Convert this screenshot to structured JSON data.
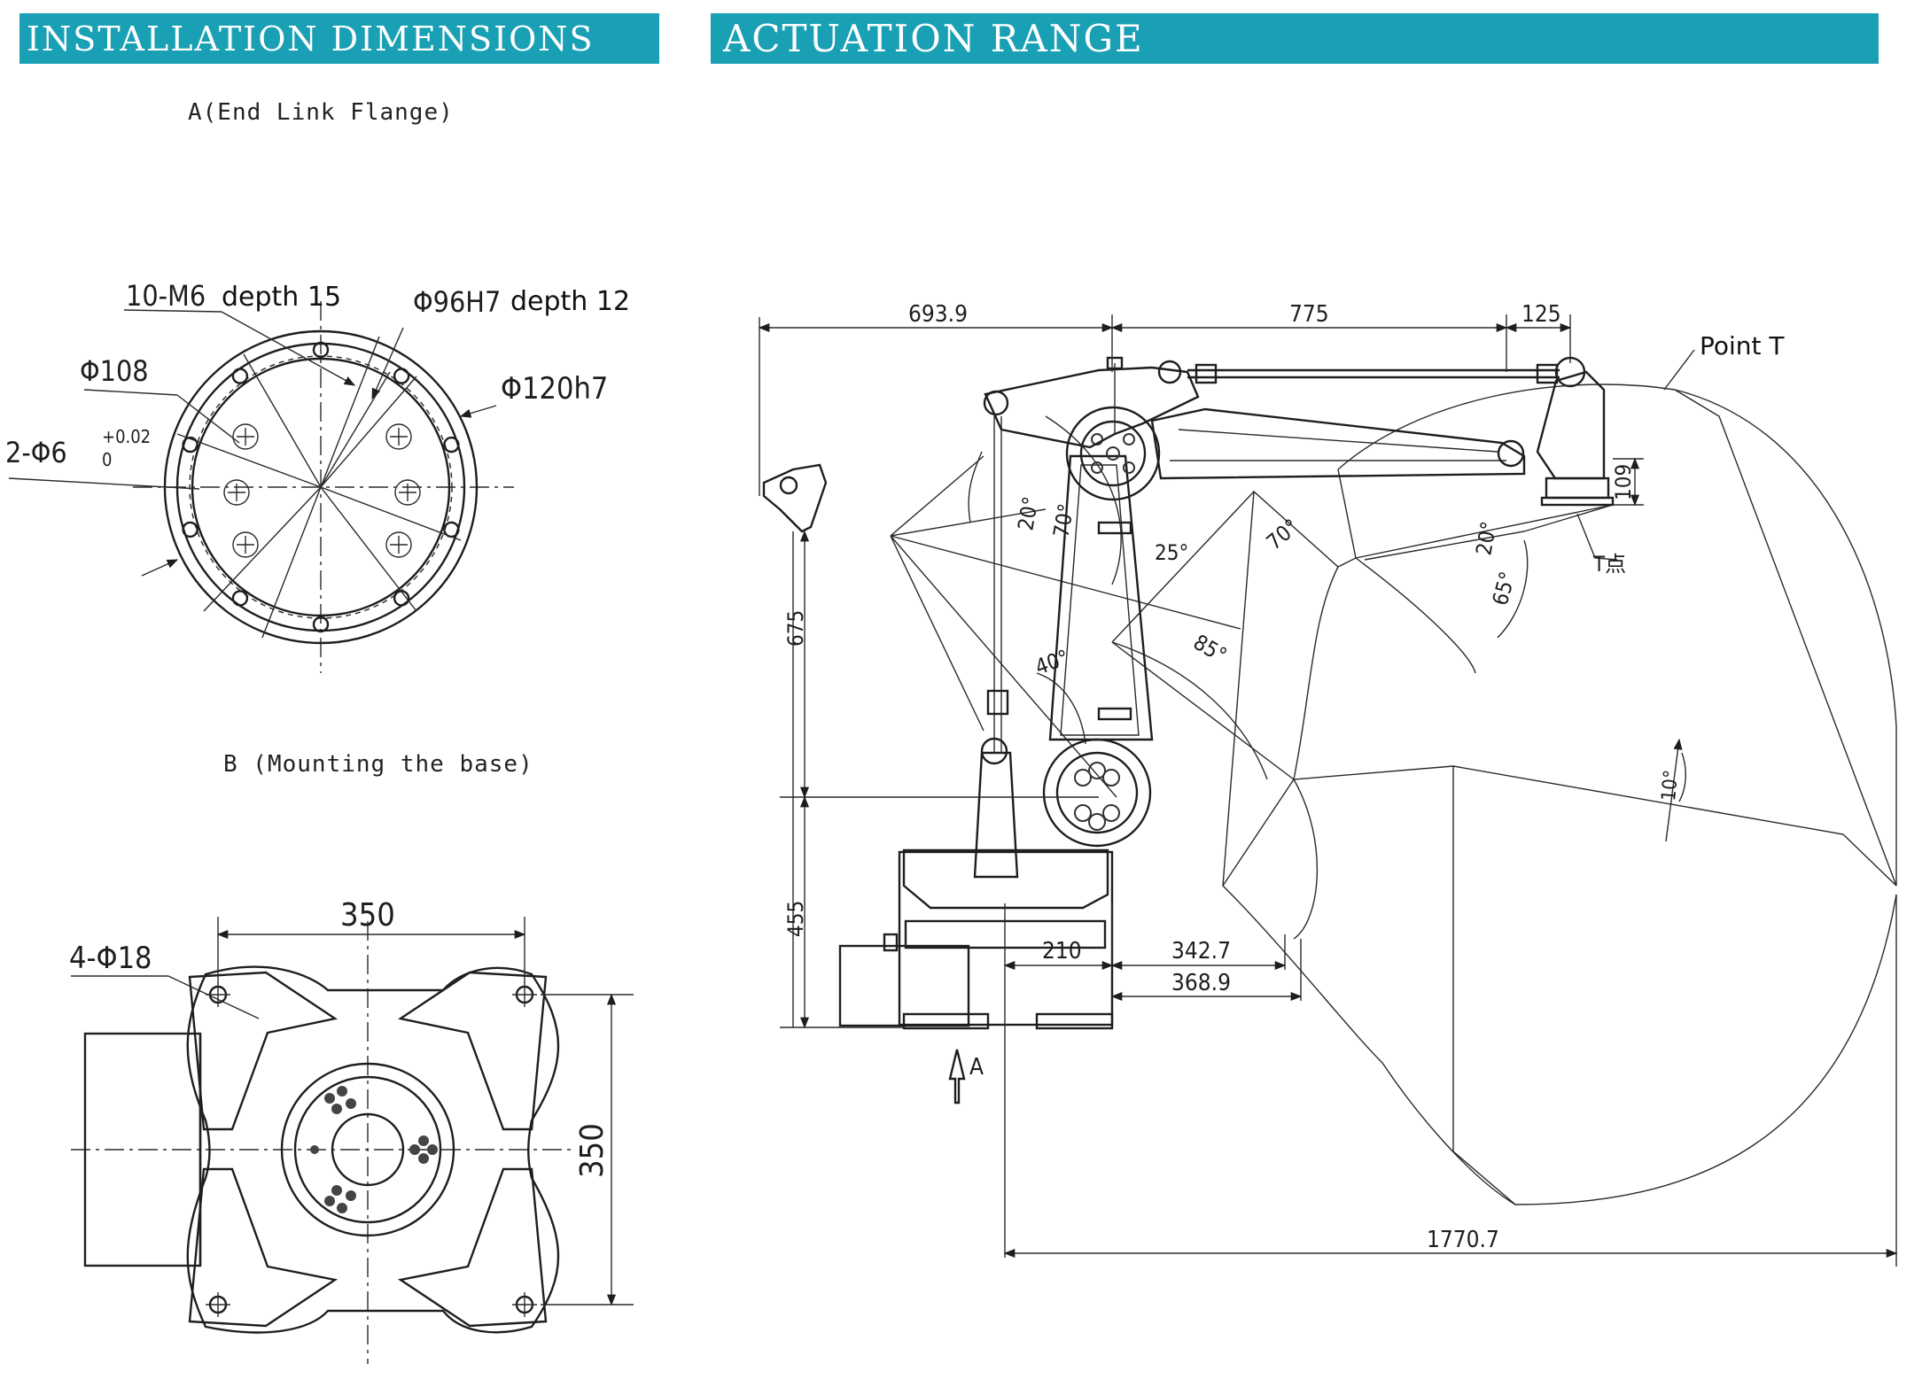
{
  "left_panel": {
    "title": "INSTALLATION DIMENSIONS",
    "flange_caption": "A(End Link Flange)",
    "base_caption": "B (Mounting the base)",
    "flange": {
      "holes": "10-M6",
      "holes_depth": "depth 15",
      "bore": "Φ96H7",
      "bore_depth": "depth 12",
      "outer": "Φ120h7",
      "pcd": "Φ108",
      "pins": "2-Φ6",
      "pin_tol_upper": "+0.02",
      "pin_tol_lower": "0"
    },
    "base": {
      "holes": "4-Φ18",
      "width": "350",
      "height": "350"
    }
  },
  "right_panel": {
    "title": "ACTUATION RANGE",
    "point_label": "Point T",
    "t_point_label": "T点",
    "view_arrow": "A",
    "dims": {
      "d1": "693.9",
      "d2": "775",
      "d3": "125",
      "d4": "109",
      "d5": "675",
      "d6": "455",
      "d7": "210",
      "d8": "342.7",
      "d9": "368.9",
      "d10": "1770.7"
    },
    "angles": {
      "a1": "20°",
      "a2": "70°",
      "a3": "25°",
      "a4": "70°",
      "a5": "20°",
      "a6": "65°",
      "a7": "40°",
      "a8": "85°",
      "a9": "10°"
    }
  }
}
